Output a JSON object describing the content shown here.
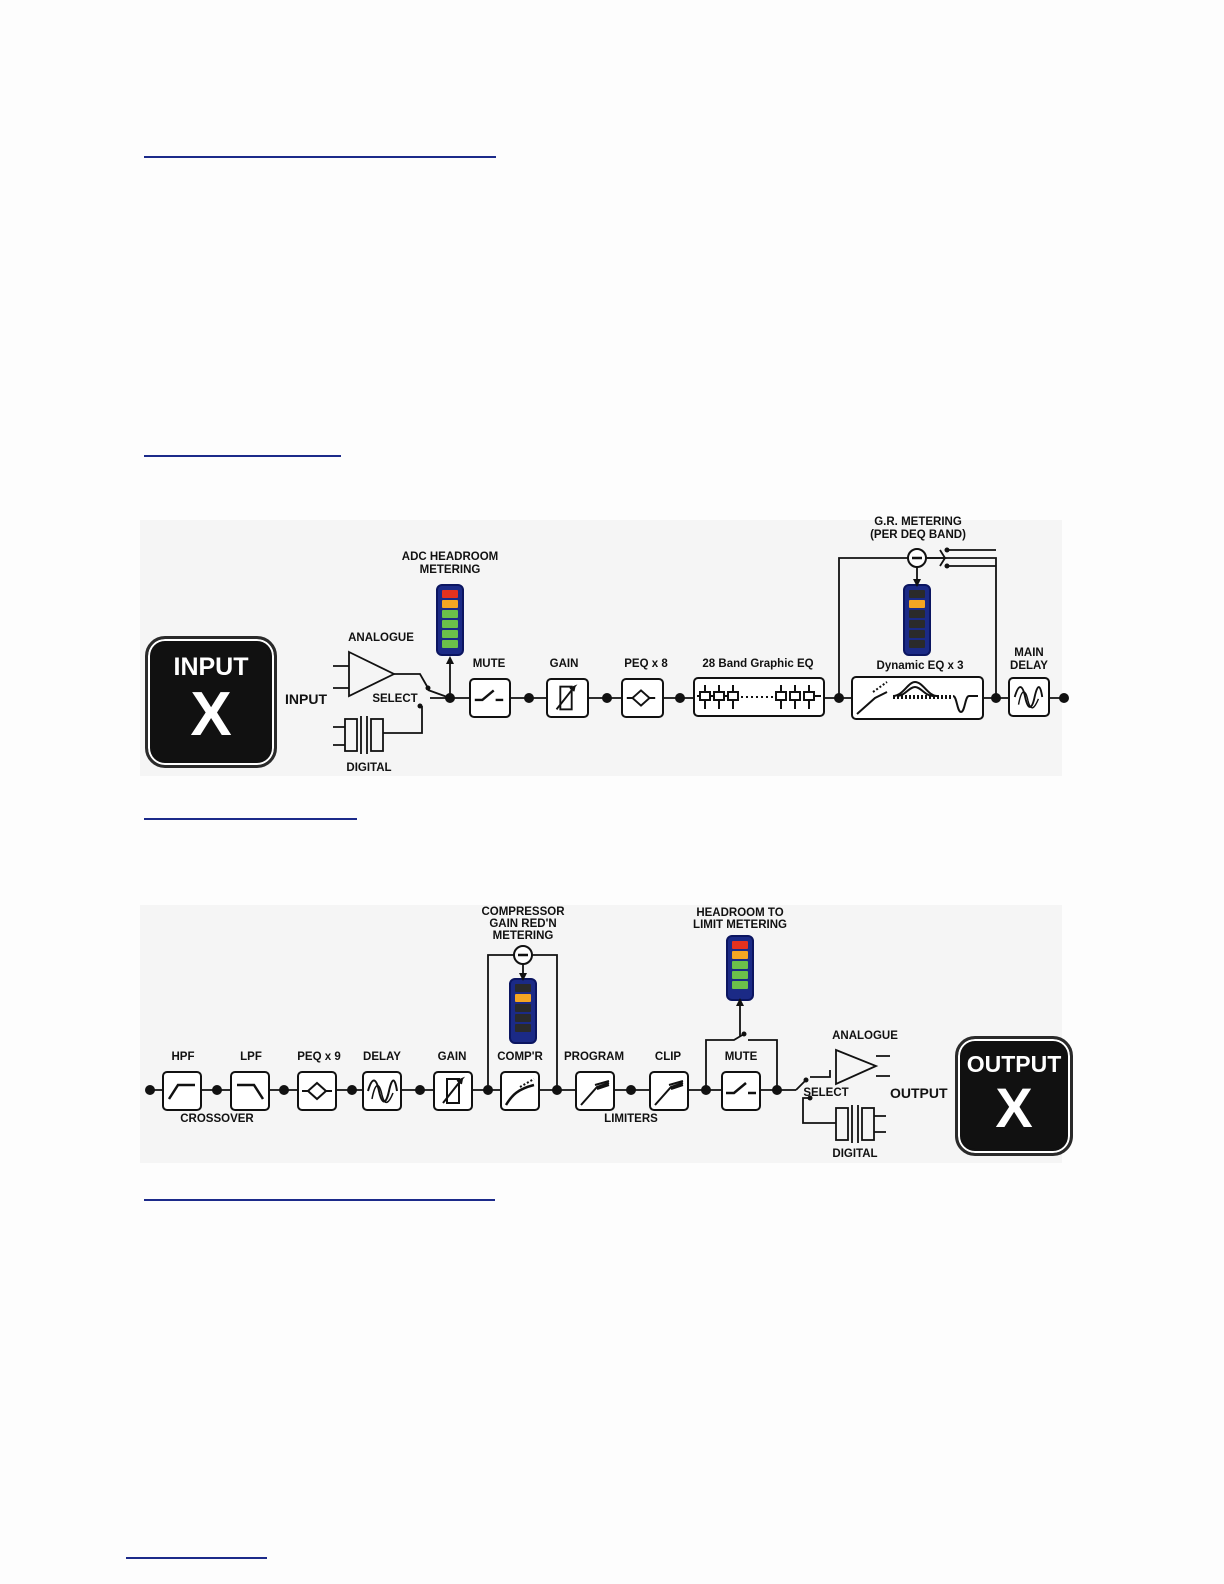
{
  "input_diagram": {
    "box": {
      "title": "INPUT",
      "channel": "X"
    },
    "labels": {
      "input": "INPUT",
      "analogue": "ANALOGUE",
      "digital": "DIGITAL",
      "select": "SELECT",
      "adc_metering": "ADC HEADROOM\nMETERING",
      "mute": "MUTE",
      "gain": "GAIN",
      "peq": "PEQ x 8",
      "geq": "28 Band Graphic EQ",
      "deq": "Dynamic EQ x 3",
      "gr_metering": "G.R. METERING\n(PER DEQ BAND)",
      "main_delay": "MAIN\nDELAY"
    }
  },
  "output_diagram": {
    "box": {
      "title": "OUTPUT",
      "channel": "X"
    },
    "labels": {
      "hpf": "HPF",
      "lpf": "LPF",
      "peq": "PEQ x 9",
      "delay": "DELAY",
      "gain": "GAIN",
      "comp": "COMP'R",
      "program": "PROGRAM",
      "clip": "CLIP",
      "mute": "MUTE",
      "crossover": "CROSSOVER",
      "limiters": "LIMITERS",
      "comp_metering": "COMPRESSOR\nGAIN RED'N\nMETERING",
      "headroom_metering": "HEADROOM TO\nLIMIT METERING",
      "analogue": "ANALOGUE",
      "digital": "DIGITAL",
      "select": "SELECT",
      "output": "OUTPUT"
    }
  },
  "colors": {
    "rule": "#1c2a8a",
    "meter_frame": "#1b2a86",
    "meter_red": "#e8321e",
    "meter_orange": "#f5a623",
    "meter_green": "#6cc04a",
    "meter_dark": "#2a2a2a"
  }
}
